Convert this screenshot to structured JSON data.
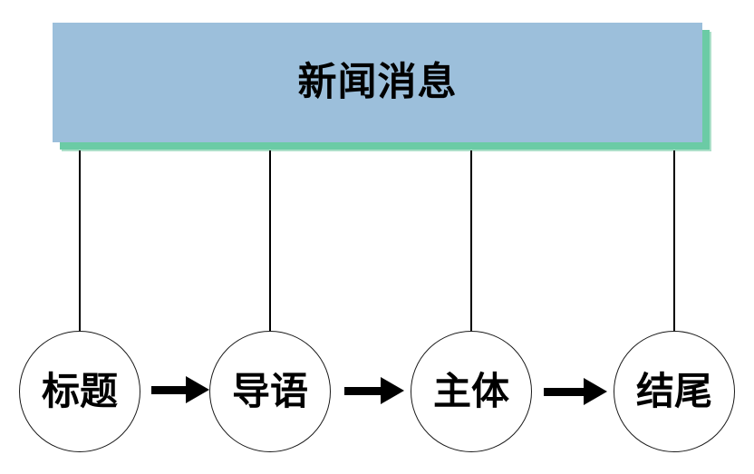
{
  "diagram": {
    "title": "新闻消息",
    "nodes": [
      {
        "label": "标题"
      },
      {
        "label": "导语"
      },
      {
        "label": "主体"
      },
      {
        "label": "结尾"
      }
    ],
    "colors": {
      "page_bg": "#FFFFFF",
      "box_fill": "#9CBFDB",
      "box_shadow": "#6BCBA5",
      "box_shadow_light": "#ACE0C9",
      "connector": "#000000",
      "circle_fill": "#FFFFFF",
      "circle_border": "#1A1A1A",
      "arrow": "#000000",
      "text": "#000000"
    }
  }
}
